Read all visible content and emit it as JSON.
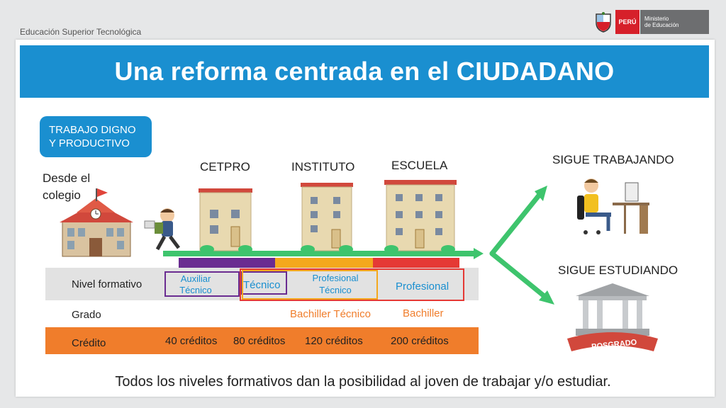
{
  "header": {
    "subtitle": "Educación Superior Tecnológica",
    "logo": {
      "country": "PERÚ",
      "ministry_line1": "Ministerio",
      "ministry_line2": "de Educación"
    }
  },
  "title": "Una reforma centrada en el CIUDADANO",
  "pill": {
    "line1": "TRABAJO DIGNO",
    "line2": "Y PRODUCTIVO"
  },
  "start": {
    "line1": "Desde el",
    "line2": "colegio"
  },
  "institutions": {
    "cetpro": "CETPRO",
    "instituto": "INSTITUTO",
    "escuela": "ESCUELA"
  },
  "outcomes": {
    "work": "SIGUE TRABAJANDO",
    "study": "SIGUE ESTUDIANDO",
    "posgrado_banner": "POSGRADO"
  },
  "rows": {
    "nivel": "Nivel formativo",
    "grado": "Grado",
    "credito": "Crédito"
  },
  "niveles": {
    "auxiliar_l1": "Auxiliar",
    "auxiliar_l2": "Técnico",
    "tecnico": "Técnico",
    "profesional_tecnico_l1": "Profesional",
    "profesional_tecnico_l2": "Técnico",
    "profesional": "Profesional"
  },
  "grados": {
    "bachiller_tecnico": "Bachiller Técnico",
    "bachiller": "Bachiller"
  },
  "creditos": {
    "c40": "40 créditos",
    "c80": "80 créditos",
    "c120": "120 créditos",
    "c200": "200 créditos"
  },
  "footer": "Todos los niveles formativos dan la posibilidad al joven de trabajar y/o estudiar.",
  "colors": {
    "blue": "#1a8fd0",
    "green": "#3ec46d",
    "orange": "#f07d2b",
    "purple": "#6a2c91",
    "yellow": "#f4a81d",
    "red": "#e53935"
  }
}
